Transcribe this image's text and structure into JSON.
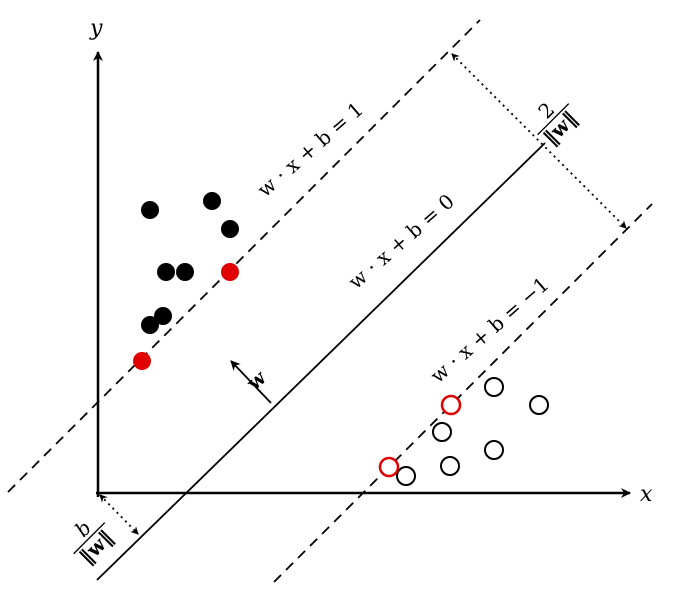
{
  "axes": {
    "x_label": "x",
    "y_label": "y"
  },
  "equations": {
    "upper_margin": "w · x + b = 1",
    "decision_boundary": "w · x + b = 0",
    "lower_margin": "w · x + b = −1"
  },
  "vectors": {
    "normal_label": "w"
  },
  "distances": {
    "margin_numerator": "2",
    "margin_denominator": "‖w‖",
    "offset_numerator": "b",
    "offset_denominator": "‖w‖"
  },
  "colors": {
    "ink": "#000000",
    "support_vector": "#e00000"
  }
}
